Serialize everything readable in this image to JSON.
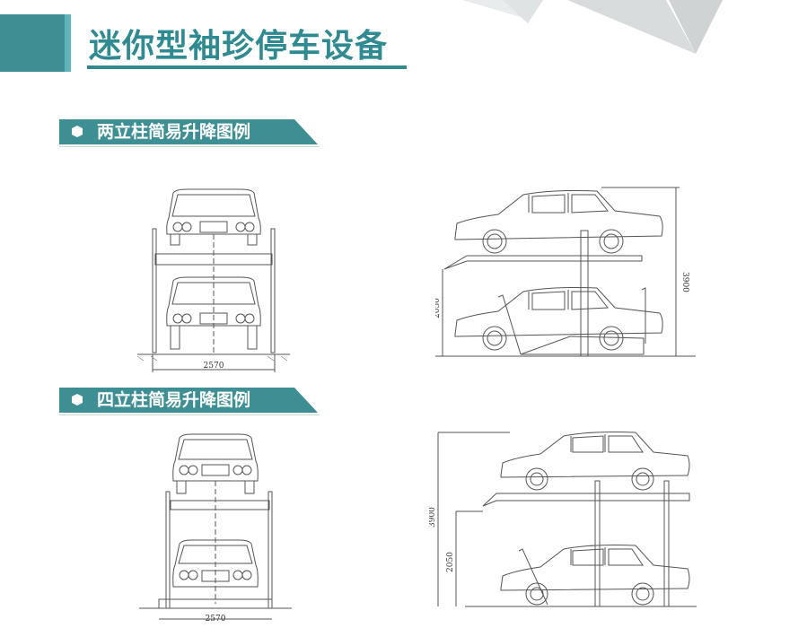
{
  "page": {
    "title": "迷你型袖珍停车设备"
  },
  "sections": [
    {
      "title": "两立柱简易升降图例",
      "front_view": {
        "width_label": "2570"
      },
      "side_view": {
        "total_height_label": "3900",
        "lower_height_label": "2050"
      }
    },
    {
      "title": "四立柱简易升降图例",
      "front_view": {
        "width_label": "2570"
      },
      "side_view": {
        "total_height_label": "3900",
        "lower_height_label": "2050"
      }
    }
  ],
  "colors": {
    "accent": "#3d8f94",
    "accent_light": "#5fb6bb",
    "title": "#2f8a92",
    "deco_gray": "#d9dcdd",
    "line": "#555555"
  }
}
